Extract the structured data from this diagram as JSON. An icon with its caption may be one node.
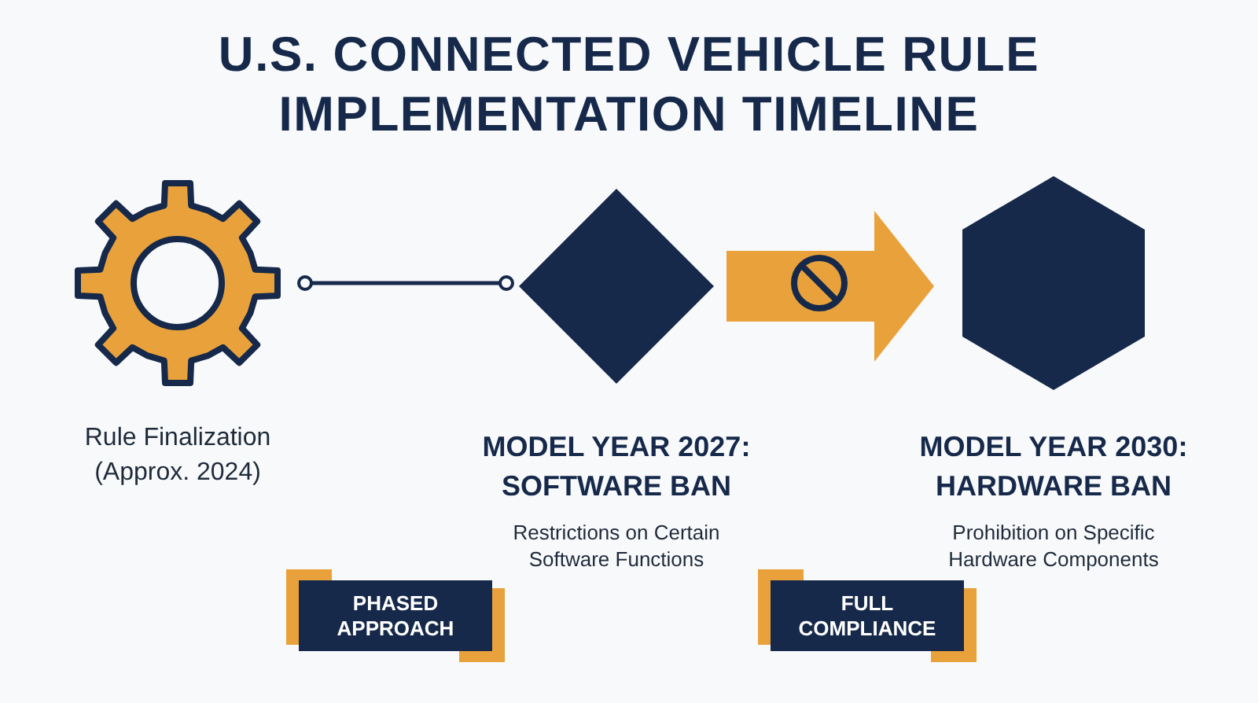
{
  "diagram": {
    "title": "U.S. CONNECTED VEHICLE RULE IMPLEMENTATION TIMELINE",
    "nodes": [
      {
        "text": [
          "Rule Finalization (Approx. 2024)"
        ]
      },
      {
        "text": [
          "MODEL YEAR 2027: SOFTWARE BAN",
          "Restrictions on Certain Software Functions"
        ]
      },
      {
        "text": [
          "MODEL YEAR 2030: HARDWARE BAN",
          "Prohibition on Specific Hardware Components"
        ]
      },
      {
        "text": [
          "PHASED APPROACH"
        ]
      },
      {
        "text": [
          "FULL COMPLIANCE"
        ]
      }
    ],
    "edges": [
      {
        "from": 0,
        "to": 1,
        "arrow": "other"
      },
      {
        "from": 1,
        "to": 2,
        "arrow": "to",
        "style": "thick",
        "color": "#e9a23b"
      }
    ]
  }
}
